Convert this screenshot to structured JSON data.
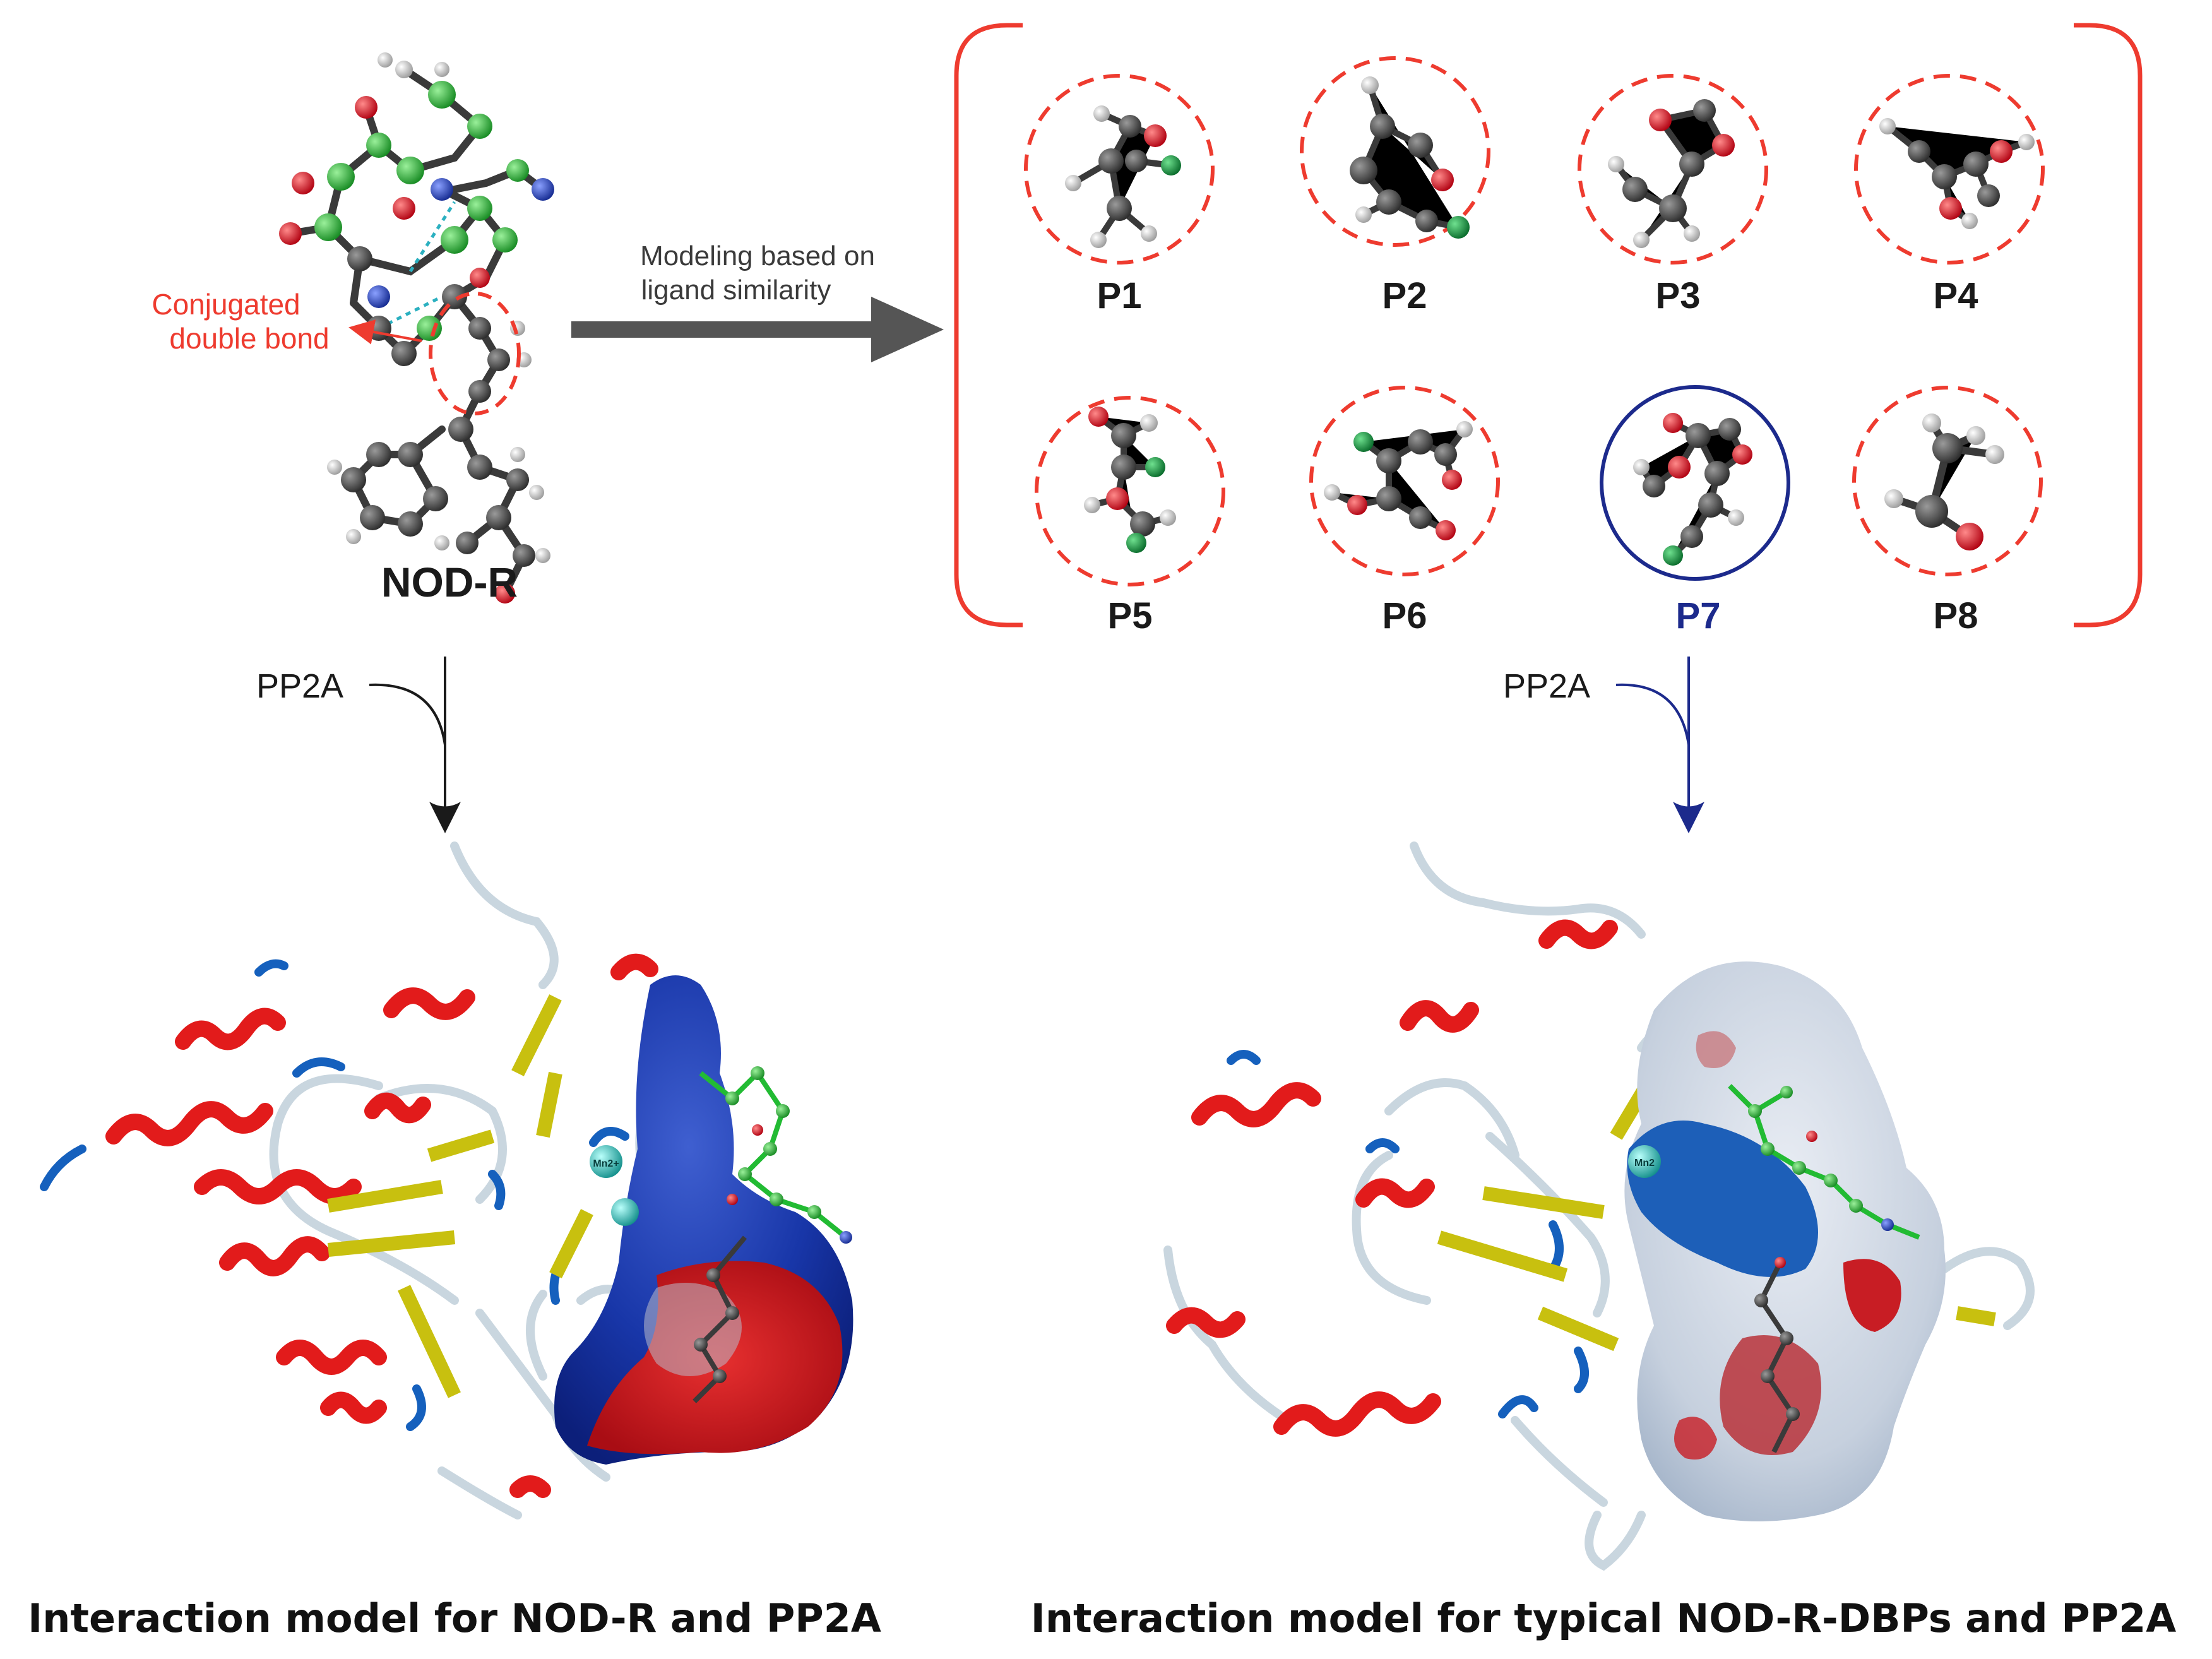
{
  "nod_r": {
    "name": "NOD-R",
    "annotation_line1": "Conjugated",
    "annotation_line2": "double bond"
  },
  "modeling_arrow": {
    "line1": "Modeling based on",
    "line2": "ligand similarity"
  },
  "products": [
    {
      "label": "P1",
      "highlight": false
    },
    {
      "label": "P2",
      "highlight": false
    },
    {
      "label": "P3",
      "highlight": false
    },
    {
      "label": "P4",
      "highlight": false
    },
    {
      "label": "P5",
      "highlight": false
    },
    {
      "label": "P6",
      "highlight": false
    },
    {
      "label": "P7",
      "highlight": true
    },
    {
      "label": "P8",
      "highlight": false
    }
  ],
  "left_flow": {
    "label": "PP2A"
  },
  "right_flow": {
    "label": "PP2A"
  },
  "ion_labels": {
    "left": "Mn2+",
    "right": "Mn2"
  },
  "captions": {
    "left": "Interaction model for NOD-R and PP2A",
    "right": "Interaction model for typical NOD-R-DBPs and PP2A"
  },
  "colors": {
    "accent_red": "#ee3b2f",
    "highlight_blue": "#1c2a8c",
    "arrow_gray": "#555555",
    "helix_red": "#e21b1b",
    "sheet_yellow": "#c8c00f",
    "loop_blue": "#1560bd",
    "loop_white": "#c9d6df",
    "carbon_green": "#22bb33",
    "carbon_gray": "#4a4a4a",
    "oxygen_red": "#e0161b",
    "nitrogen_blue": "#1d3fae",
    "chlorine_green": "#0e8f3c",
    "ion_cyan": "#2cc3c0"
  }
}
